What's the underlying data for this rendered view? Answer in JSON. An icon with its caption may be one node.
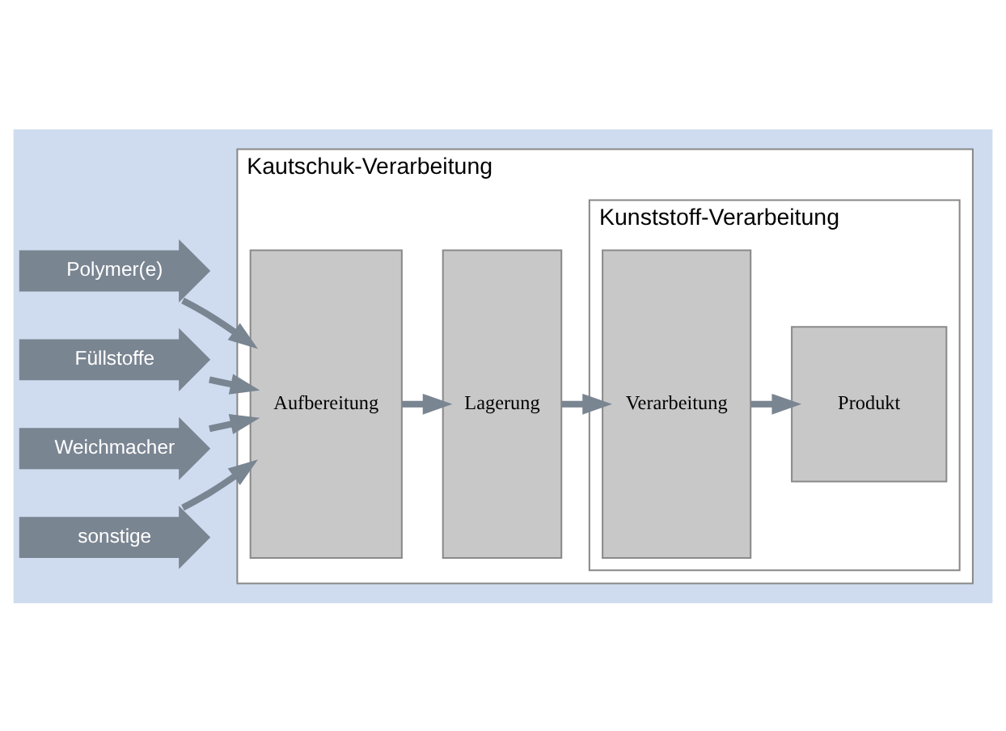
{
  "diagram": {
    "nodes": [
      {
        "text": [
          "Kautschuk-Verarbeitung"
        ]
      },
      {
        "text": [
          "Polymer(e)"
        ]
      },
      {
        "text": [
          "Füllstoffe"
        ]
      },
      {
        "text": [
          "Weichmacher"
        ]
      },
      {
        "text": [
          "sonstige"
        ]
      },
      {
        "text": [
          "Aufbereitung"
        ],
        "in": 0
      },
      {
        "text": [
          "Lagerung"
        ],
        "in": 0
      },
      {
        "text": [
          "Kunststoff-Verarbeitung"
        ],
        "in": 0
      },
      {
        "text": [
          "Verarbeitung"
        ],
        "in": 7
      },
      {
        "text": [
          "Produkt"
        ],
        "in": 7
      }
    ],
    "edges": [
      {
        "from": 1,
        "to": 5,
        "arrow": "to"
      },
      {
        "from": 2,
        "to": 5,
        "arrow": "to"
      },
      {
        "from": 3,
        "to": 5,
        "arrow": "to"
      },
      {
        "from": 4,
        "to": 5,
        "arrow": "to"
      },
      {
        "from": 5,
        "to": 6,
        "arrow": "to"
      },
      {
        "from": 6,
        "to": 8,
        "arrow": "to"
      },
      {
        "from": 8,
        "to": 9,
        "arrow": "to"
      }
    ]
  }
}
